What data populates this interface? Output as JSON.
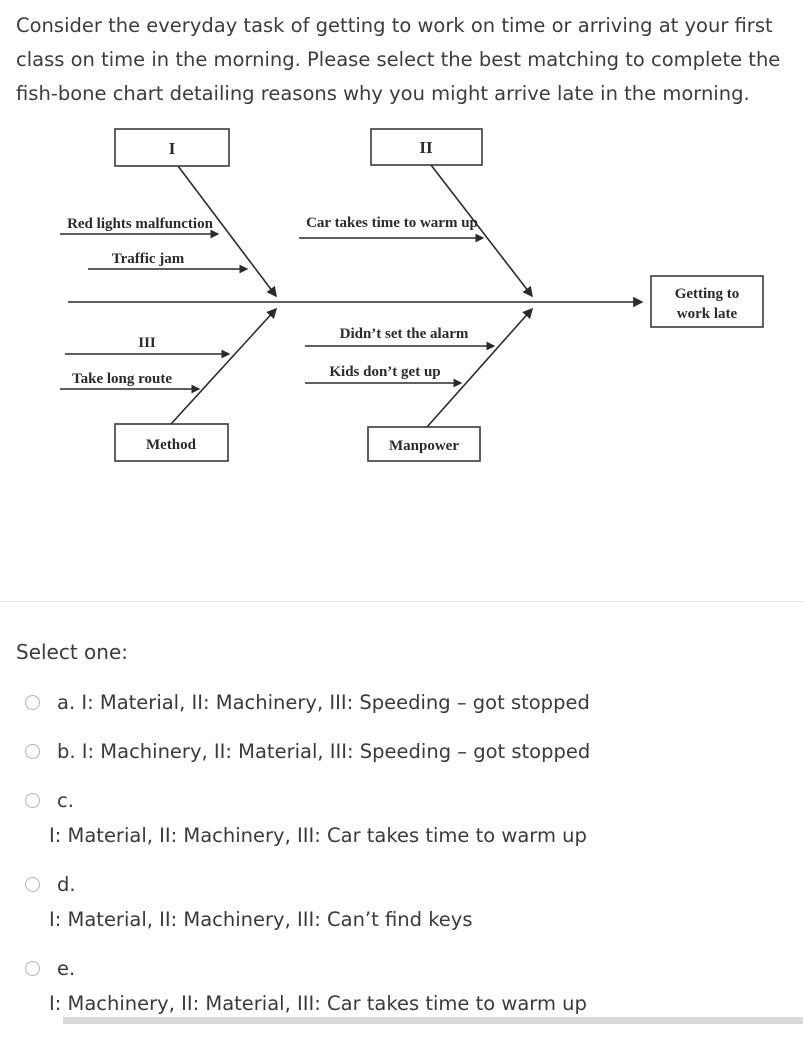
{
  "question": {
    "text": "Consider the everyday task of getting to work on time or arriving at your first class on time in the morning. Please select the best matching to complete the fish-bone chart detailing reasons why you might arrive late in the morning."
  },
  "diagram": {
    "box_1": "I",
    "box_2": "II",
    "label_3": "III",
    "cause_red_lights": "Red lights malfunction",
    "cause_traffic_jam": "Traffic jam",
    "cause_car_warm_up": "Car takes time to warm up",
    "cause_take_long_route": "Take long route",
    "cause_alarm": "Didn’t set the alarm",
    "cause_kids": "Kids don’t get up",
    "box_method": "Method",
    "box_manpower": "Manpower",
    "effect_line1": "Getting to",
    "effect_line2": "work late"
  },
  "answer_section": {
    "prompt": "Select one:",
    "options": [
      {
        "key": "a.",
        "text": "I: Material, II: Machinery, III: Speeding – got stopped"
      },
      {
        "key": "b.",
        "text": "I: Machinery, II: Material, III: Speeding – got stopped"
      },
      {
        "key": "c.",
        "text": "I: Material, II: Machinery, III: Car takes time to warm up"
      },
      {
        "key": "d.",
        "text": "I: Material, II: Machinery, III: Can’t find keys"
      },
      {
        "key": "e.",
        "text": "I: Machinery, II: Material, III: Car takes time to warm up"
      }
    ]
  }
}
